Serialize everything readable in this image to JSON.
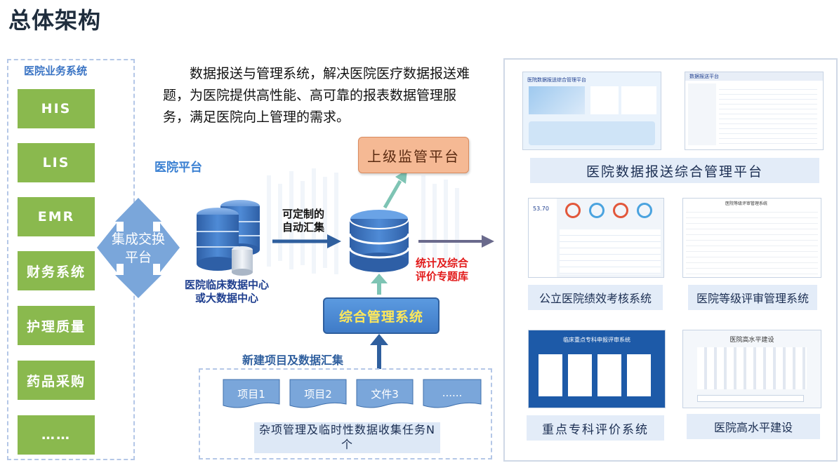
{
  "page_title": "总体架构",
  "left_column": {
    "title": "医院业务系统",
    "items": [
      "HIS",
      "LIS",
      "EMR",
      "财务系统",
      "护理质量",
      "药品采购",
      "……"
    ]
  },
  "intro_text": "数据报送与管理系统，解决医院医疗数据报送难题，为医院提供高性能、高可靠的报表数据管理服务，满足医院向上管理的需求。",
  "hospital_platform_label": "医院平台",
  "exchange_platform": "集成交换平台",
  "data_center_label": "医院临床数据中心或大数据中心",
  "custom_collect_label": "可定制的自动汇集",
  "superior_platform": "上级监管平台",
  "stats_db_label": "统计及综合评价专题库",
  "mgmt_system": "综合管理系统",
  "collect_title": "新建项目及数据汇集",
  "documents": [
    "项目1",
    "项目2",
    "文件3",
    "......"
  ],
  "misc_task": "杂项管理及临时性数据收集任务N个",
  "screens": {
    "s1": {
      "title": "医院数据报送综合管理平台"
    },
    "s2": {
      "title": "数据报送平台"
    },
    "s3": {
      "value": "53.70"
    },
    "s4": {
      "title": "医院等级评审管理系统"
    },
    "s5": {
      "title": "临床重点专科申报评审系统"
    },
    "s6": {
      "title": "医院高水平建设"
    }
  },
  "captions": {
    "report_platform": "医院数据报送综合管理平台",
    "performance": "公立医院绩效考核系统",
    "grade_review": "医院等级评审管理系统",
    "key_specialty": "重点专科评价系统",
    "high_level": "医院高水平建设"
  },
  "colors": {
    "system_green": "#8ab94e",
    "exchange_blue": "#7aa6da",
    "accent_red": "#e21b1b",
    "superior_orange": "#f5b994",
    "mgmt_blue": "#4a8ad6"
  }
}
